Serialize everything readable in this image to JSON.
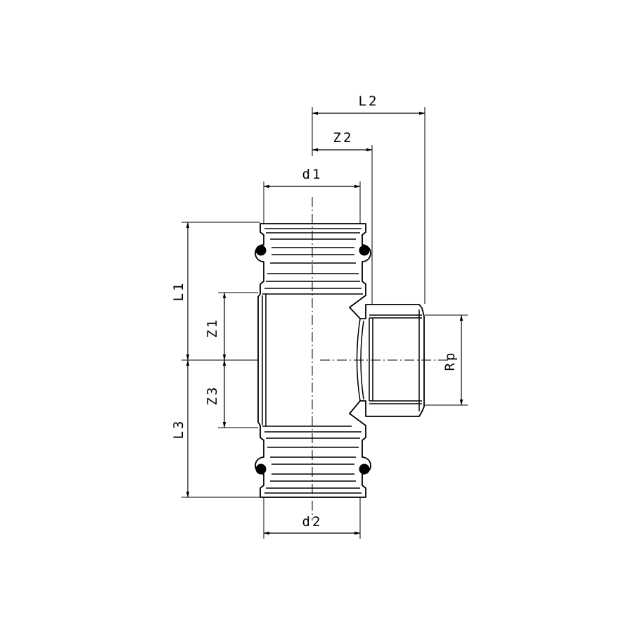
{
  "dimensions": {
    "L1": "L1",
    "L2": "L2",
    "L3": "L3",
    "Z1": "Z1",
    "Z2": "Z2",
    "Z3": "Z3",
    "d1": "d1",
    "d2": "d2",
    "Rp": "Rp"
  },
  "colors": {
    "line": "#000000",
    "background": "#ffffff"
  }
}
